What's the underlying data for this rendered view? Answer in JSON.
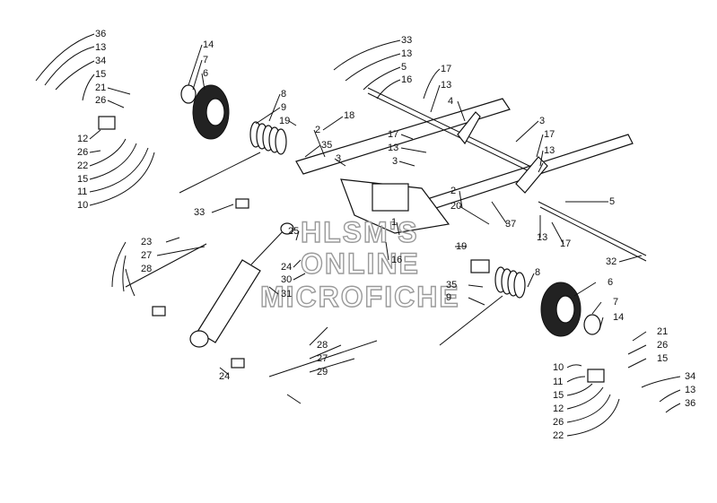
{
  "watermark": [
    "HLSM'S",
    "ONLINE",
    "MICROFICHE"
  ],
  "callouts": [
    "36",
    "13",
    "34",
    "15",
    "21",
    "26",
    "12",
    "26",
    "22",
    "15",
    "11",
    "10",
    "14",
    "7",
    "6",
    "8",
    "9",
    "19",
    "18",
    "2",
    "35",
    "3",
    "33",
    "13",
    "5",
    "16",
    "17",
    "13",
    "4",
    "3",
    "17",
    "13",
    "17",
    "13",
    "3",
    "2",
    "20",
    "37",
    "5",
    "13",
    "17",
    "32",
    "33",
    "23",
    "27",
    "28",
    "25",
    "24",
    "30",
    "31",
    "1",
    "16",
    "19",
    "35",
    "9",
    "8",
    "6",
    "7",
    "14",
    "21",
    "26",
    "15",
    "10",
    "11",
    "15",
    "12",
    "26",
    "22",
    "34",
    "13",
    "36",
    "28",
    "27",
    "29",
    "24"
  ]
}
